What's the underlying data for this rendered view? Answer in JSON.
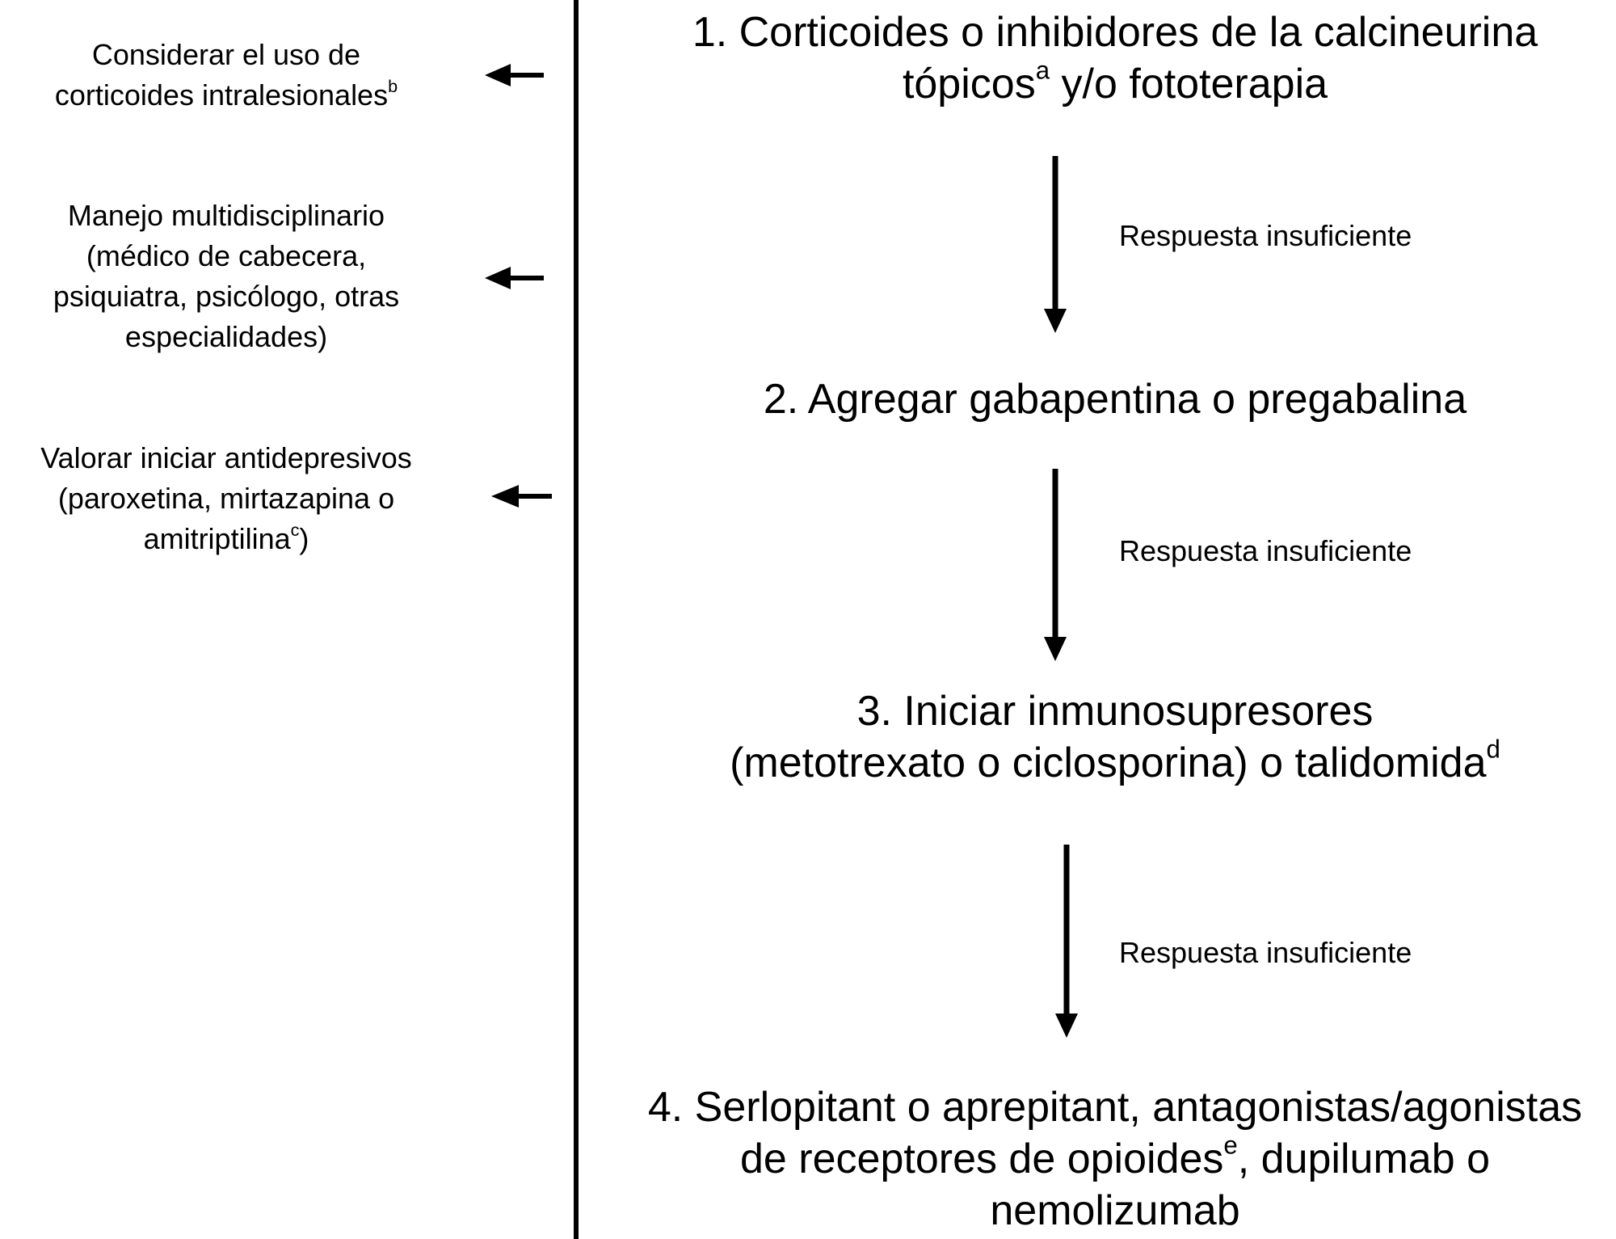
{
  "side_notes": [
    {
      "lines": [
        "Considerar el uso de",
        "corticoides intralesionales"
      ],
      "sup": "b",
      "sup_line": 1
    },
    {
      "lines": [
        "Manejo multidisciplinario",
        "(médico de cabecera,",
        "psiquiatra, psicólogo, otras",
        "especialidades)"
      ]
    },
    {
      "lines": [
        "Valorar iniciar antidepresivos",
        "(paroxetina, mirtazapina o",
        "amitriptilina",
        ")"
      ],
      "sup": "c"
    }
  ],
  "steps": [
    {
      "line1": "1. Corticoides o inhibidores de la calcineurina",
      "line2_pre": "tópicos",
      "line2_sup": "a",
      "line2_post": " y/o fototerapia"
    },
    {
      "line1": "2. Agregar gabapentina o pregabalina"
    },
    {
      "line1": "3. Iniciar inmunosupresores",
      "line2_pre": "(metotrexato o ciclosporina) o talidomida",
      "line2_sup": "d"
    },
    {
      "line1": "4. Serlopitant o aprepitant, antagonistas/agonistas",
      "line2_pre": "de receptores de opioides",
      "line2_sup": "e",
      "line2_post": ", dupilumab o",
      "line3": "nemolizumab"
    }
  ],
  "transitions": [
    {
      "label": "Respuesta insuficiente"
    },
    {
      "label": "Respuesta insuficiente"
    },
    {
      "label": "Respuesta insuficiente"
    }
  ]
}
